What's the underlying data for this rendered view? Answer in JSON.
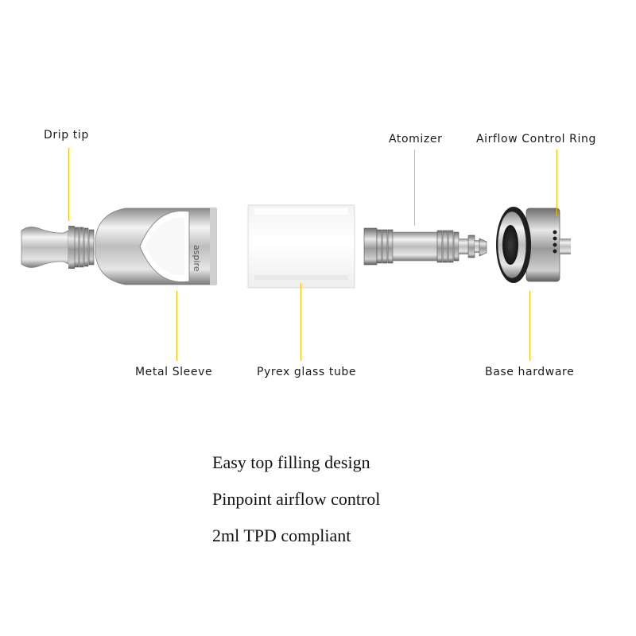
{
  "labels": {
    "drip_tip": "Drip tip",
    "atomizer": "Atomizer",
    "airflow_ring": "Airflow Control Ring",
    "metal_sleeve": "Metal Sleeve",
    "pyrex_tube": "Pyrex glass tube",
    "base_hardware": "Base hardware"
  },
  "brand_engraving": "aspire",
  "features": [
    "Easy top filling design",
    "Pinpoint airflow control",
    "2ml TPD compliant"
  ],
  "colors": {
    "leader_line": "#f2c200",
    "text": "#1a1a1a"
  }
}
